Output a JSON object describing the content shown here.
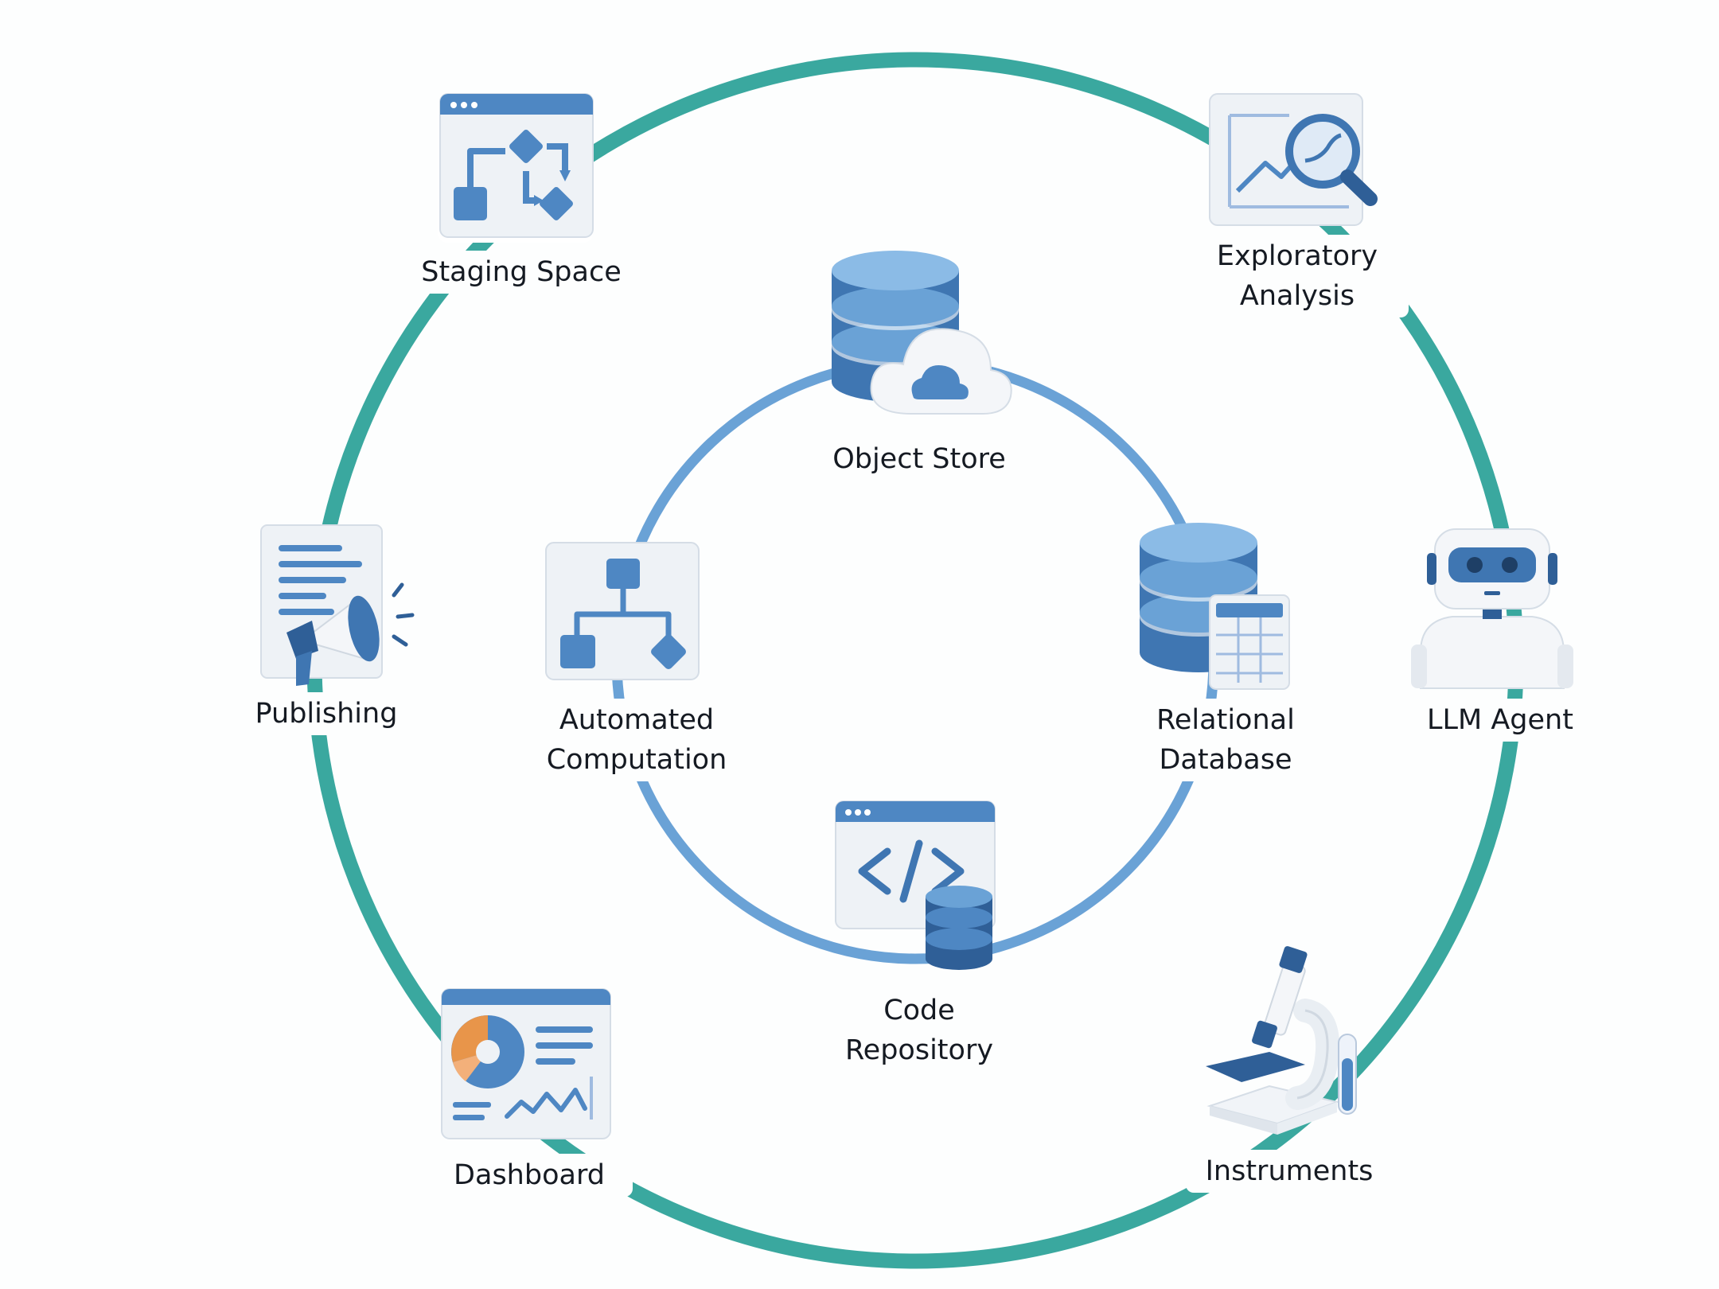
{
  "colors": {
    "outer_ring": "#3aa89f",
    "inner_ring": "#6aa2d6",
    "icon_blue": "#4e87c3",
    "icon_blue_dark": "#2f5f97",
    "card": "#eef2f6",
    "accent_orange": "#e8954a"
  },
  "diagram": {
    "outer_ring_nodes": [
      {
        "id": "staging-space",
        "lines": [
          "Staging Space"
        ],
        "icon": "workflow-window-icon"
      },
      {
        "id": "exploratory-analysis",
        "lines": [
          "Exploratory",
          "Analysis"
        ],
        "icon": "magnifier-chart-icon"
      },
      {
        "id": "llm-agent",
        "lines": [
          "LLM Agent"
        ],
        "icon": "robot-icon"
      },
      {
        "id": "instruments",
        "lines": [
          "Instruments"
        ],
        "icon": "microscope-icon"
      },
      {
        "id": "dashboard",
        "lines": [
          "Dashboard"
        ],
        "icon": "dashboard-icon"
      },
      {
        "id": "publishing",
        "lines": [
          "Publishing"
        ],
        "icon": "megaphone-document-icon"
      }
    ],
    "inner_ring_nodes": [
      {
        "id": "object-store",
        "lines": [
          "Object Store"
        ],
        "icon": "database-cloud-icon"
      },
      {
        "id": "relational-database",
        "lines": [
          "Relational",
          "Database"
        ],
        "icon": "database-table-icon"
      },
      {
        "id": "code-repository",
        "lines": [
          "Code",
          "Repository"
        ],
        "icon": "code-window-icon"
      },
      {
        "id": "automated-computation",
        "lines": [
          "Automated",
          "Computation"
        ],
        "icon": "flowchart-icon"
      }
    ]
  }
}
